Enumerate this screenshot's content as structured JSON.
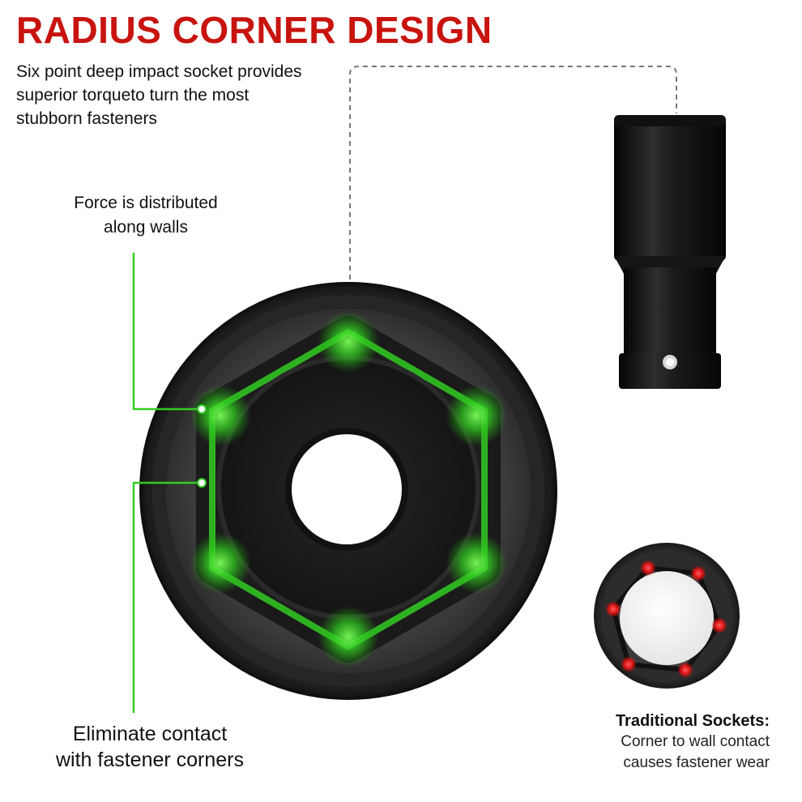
{
  "title": "RADIUS CORNER DESIGN",
  "description": {
    "lines": [
      "Six point deep impact socket provides",
      "superior torqueto turn the most",
      "stubborn fasteners"
    ]
  },
  "callouts": {
    "force": {
      "lines": [
        "Force is distributed",
        "along walls"
      ]
    },
    "eliminate": {
      "lines": [
        "Eliminate contact",
        "with fastener corners"
      ]
    }
  },
  "traditional": {
    "heading": "Traditional Sockets:",
    "lines": [
      "Corner to wall contact",
      "causes fastener wear"
    ]
  },
  "colors": {
    "title_red": "#c8140f",
    "highlight_green": "#33cc22",
    "contact_red": "#ff2020",
    "socket_black": "#151515"
  }
}
